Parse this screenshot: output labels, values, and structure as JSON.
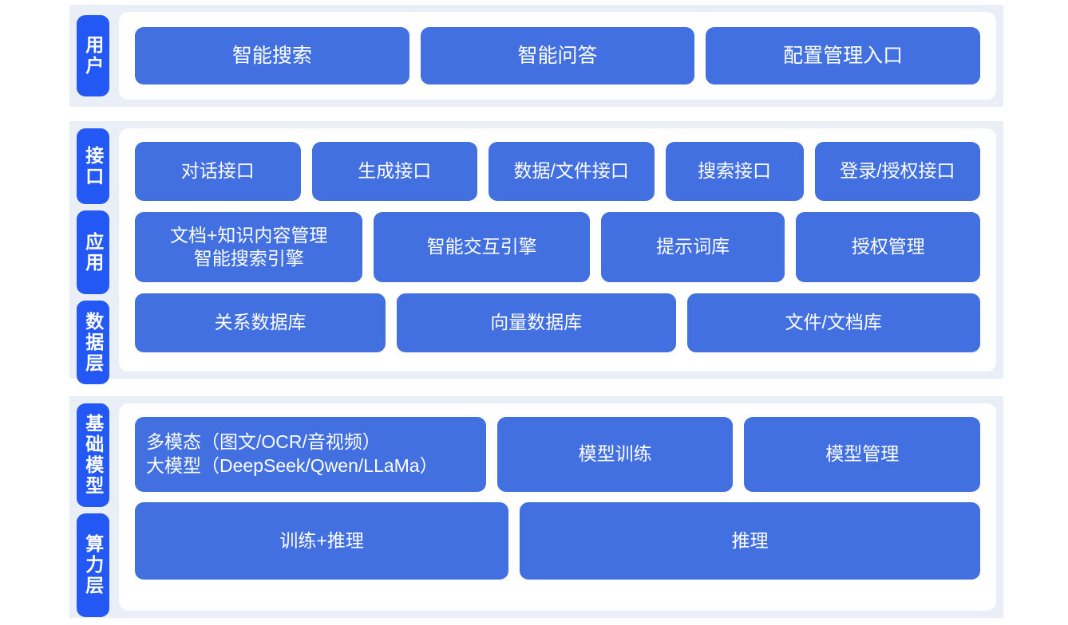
{
  "colors": {
    "page_background": "#ffffff",
    "band_background": "#eaeff7",
    "card_background": "#ffffff",
    "tab_blue": "#2358f5",
    "box_blue": "#4270e0",
    "text_on_blue": "#ffffff"
  },
  "sections": [
    {
      "id": "users",
      "tabs": [
        {
          "label": "用户"
        }
      ],
      "rows": [
        {
          "id": "user-entries",
          "boxes": [
            {
              "label": "智能搜索",
              "flex": 1
            },
            {
              "label": "智能问答",
              "flex": 1
            },
            {
              "label": "配置管理入口",
              "flex": 1
            }
          ]
        }
      ]
    },
    {
      "id": "middle",
      "tabs": [
        {
          "label": "接口"
        },
        {
          "label": "应用"
        },
        {
          "label": "数据层"
        }
      ],
      "rows": [
        {
          "id": "interface-row",
          "boxes": [
            {
              "label": "对话接口",
              "flex": 1
            },
            {
              "label": "生成接口",
              "flex": 1
            },
            {
              "label": "数据/文件接口",
              "flex": 1
            },
            {
              "label": "搜索接口",
              "flex": 0.82
            },
            {
              "label": "登录/授权接口",
              "flex": 1
            }
          ]
        },
        {
          "id": "application-row",
          "boxes": [
            {
              "label": "文档+知识内容管理\n智能搜索引擎",
              "flex": 1.08
            },
            {
              "label": "智能交互引擎",
              "flex": 1.02
            },
            {
              "label": "提示词库",
              "flex": 0.86
            },
            {
              "label": "授权管理",
              "flex": 0.86
            }
          ]
        },
        {
          "id": "data-layer-row",
          "boxes": [
            {
              "label": "关系数据库",
              "flex": 1
            },
            {
              "label": "向量数据库",
              "flex": 1.12
            },
            {
              "label": "文件/文档库",
              "flex": 1.18
            }
          ]
        }
      ]
    },
    {
      "id": "infrastructure",
      "tabs": [
        {
          "label": "基础模型"
        },
        {
          "label": "算力层"
        }
      ],
      "rows": [
        {
          "id": "model-row",
          "boxes": [
            {
              "label": "多模态（图文/OCR/音视频）\n大模型（DeepSeek/Qwen/LLaMa）",
              "flex": 1.3
            },
            {
              "label": "模型训练",
              "flex": 0.87
            },
            {
              "label": "模型管理",
              "flex": 0.87
            }
          ]
        },
        {
          "id": "compute-row",
          "boxes": [
            {
              "label": "训练+推理",
              "flex": 1
            },
            {
              "label": "推理",
              "flex": 1.24
            }
          ]
        }
      ]
    }
  ]
}
